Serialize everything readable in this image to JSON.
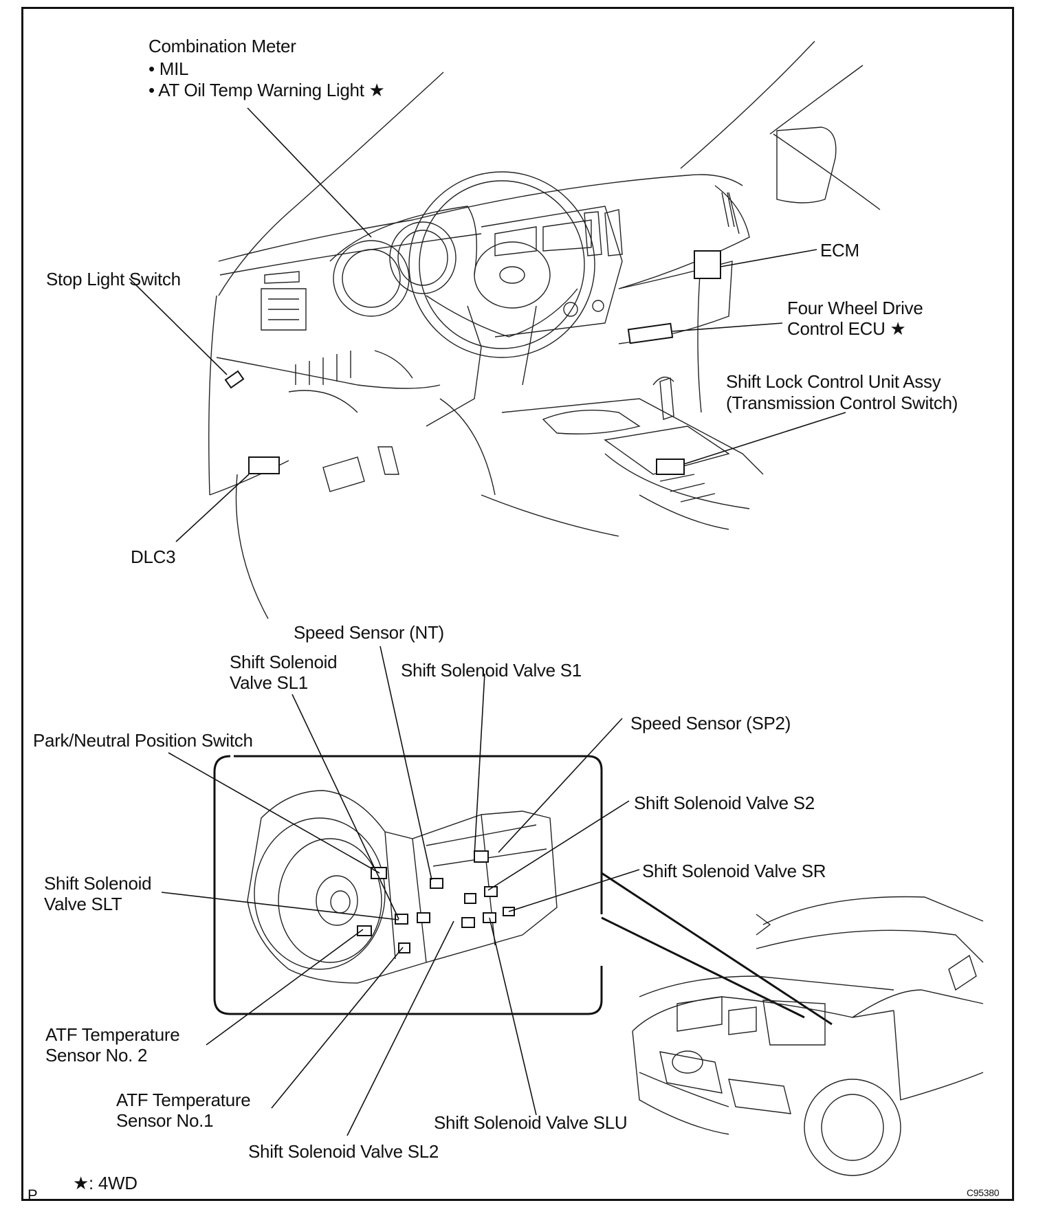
{
  "labels": {
    "combination_meter": "Combination Meter",
    "mil": "• MIL",
    "at_oil_temp": "• AT Oil Temp Warning Light ★",
    "stop_light_switch": "Stop Light Switch",
    "ecm": "ECM",
    "four_wd_line1": "Four Wheel Drive",
    "four_wd_line2": "Control ECU ★",
    "shift_lock_line1": "Shift Lock Control Unit Assy",
    "shift_lock_line2": "(Transmission Control Switch)",
    "dlc3": "DLC3",
    "speed_sensor_nt": "Speed Sensor (NT)",
    "sl1_line1": "Shift Solenoid",
    "sl1_line2": "Valve SL1",
    "s1": "Shift Solenoid Valve S1",
    "speed_sensor_sp2": "Speed Sensor (SP2)",
    "park_neutral": "Park/Neutral Position Switch",
    "s2": "Shift Solenoid Valve S2",
    "sr": "Shift Solenoid Valve SR",
    "slt_line1": "Shift Solenoid",
    "slt_line2": "Valve SLT",
    "atf2_line1": "ATF Temperature",
    "atf2_line2": "Sensor No. 2",
    "atf1_line1": "ATF Temperature",
    "atf1_line2": "Sensor No.1",
    "slu": "Shift Solenoid Valve SLU",
    "sl2": "Shift Solenoid Valve SL2",
    "legend": "★: 4WD",
    "corner_p": "P",
    "figure_code": "C95380"
  }
}
